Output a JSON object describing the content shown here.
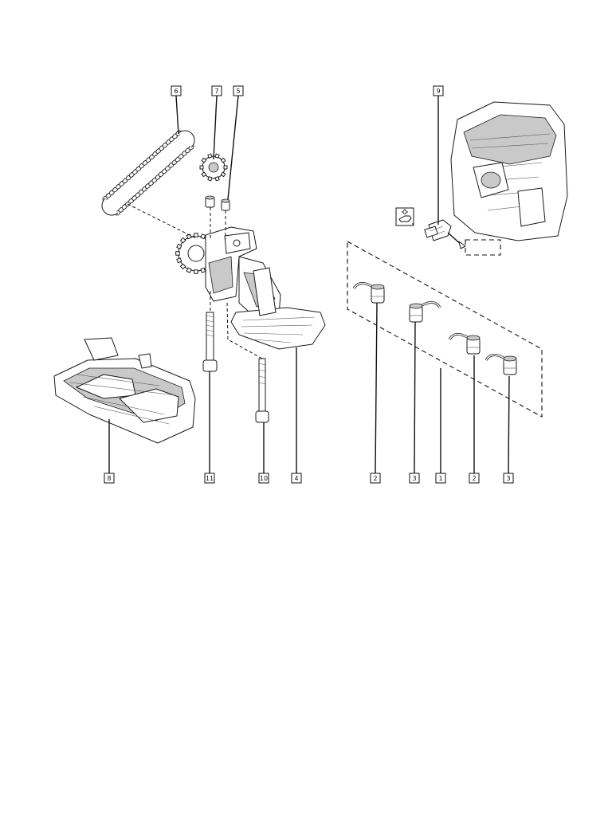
{
  "callouts": [
    "6",
    "7",
    "5",
    "9",
    "8",
    "11",
    "10",
    "4",
    "2",
    "3",
    "1",
    "2",
    "3"
  ],
  "icons": {
    "oil_pressure_symbol": "oil-can-warning-icon"
  }
}
